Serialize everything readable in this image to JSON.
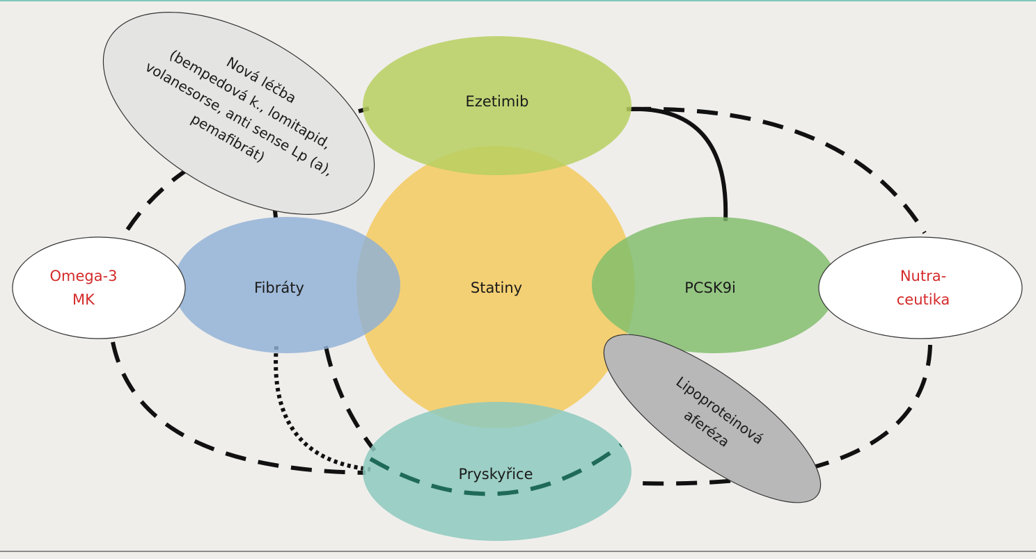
{
  "colors": {
    "background": "#f0eeeb",
    "top_rule": "#7fc8bb",
    "bottom_rule": "#8a8a8a",
    "statiny_fill": "#f4cd6b",
    "ezetimib_fill": "#b7cf60",
    "fibraty_fill": "#8fb0d6",
    "pcsk9i_fill": "#7fbd6a",
    "pryskyrice_fill": "#8dc9be",
    "outline_fill": "#ffffff",
    "nova_lecba_fill": "#e4e4e2",
    "afereza_fill": "#b8b8b8",
    "label_dark": "#1a1a1a",
    "label_red": "#d42a2a",
    "connector": "#111111",
    "connector_teal": "#1f6a58"
  },
  "nodes": {
    "ezetimib": {
      "label": "Ezetimib"
    },
    "statiny": {
      "label": "Statiny"
    },
    "fibraty": {
      "label": "Fibráty"
    },
    "pcsk9i": {
      "label": "PCSK9i"
    },
    "pryskyrice": {
      "label": "Pryskyřice"
    },
    "omega3": {
      "lines": [
        "Omega-3",
        "MK"
      ]
    },
    "nutraceutika": {
      "lines": [
        "Nutra-",
        "ceutika"
      ]
    },
    "nova_lecba": {
      "lines": [
        "Nová léčba",
        "(bempedová k., lomitapid,",
        "volanesorse, anti sense Lp (a),",
        "pemafibrát)"
      ]
    },
    "afereza": {
      "lines": [
        "Lipoproteinová",
        "aferéza"
      ]
    }
  }
}
